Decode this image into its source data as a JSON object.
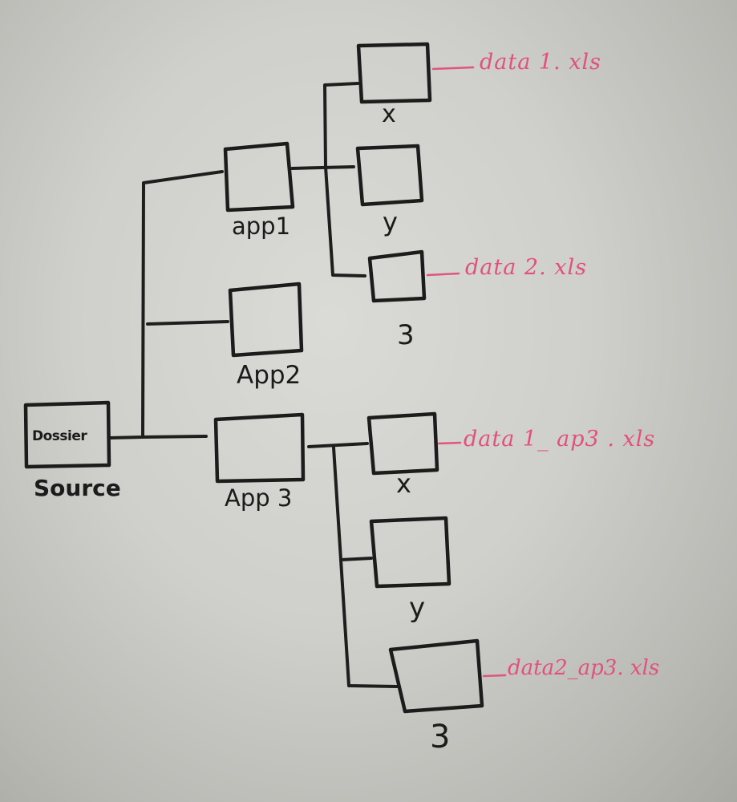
{
  "diagram": {
    "root": {
      "box_text": "Dossier",
      "label": "Source"
    },
    "apps": [
      {
        "label": "app1",
        "children": [
          {
            "label": "x",
            "file": "data 1. xls"
          },
          {
            "label": "y",
            "file": ""
          },
          {
            "label": "3",
            "file": "data 2. xls"
          }
        ]
      },
      {
        "label": "App2",
        "children": []
      },
      {
        "label": "App 3",
        "children": [
          {
            "label": "x",
            "file": "data 1_ ap3 . xls"
          },
          {
            "label": "y",
            "file": ""
          },
          {
            "label": "3",
            "file": "data2_ap3. xls"
          }
        ]
      }
    ],
    "colors": {
      "ink": "#1e1e1e",
      "file_ink": "#e2517b",
      "paper": "#d2d2ce"
    }
  }
}
